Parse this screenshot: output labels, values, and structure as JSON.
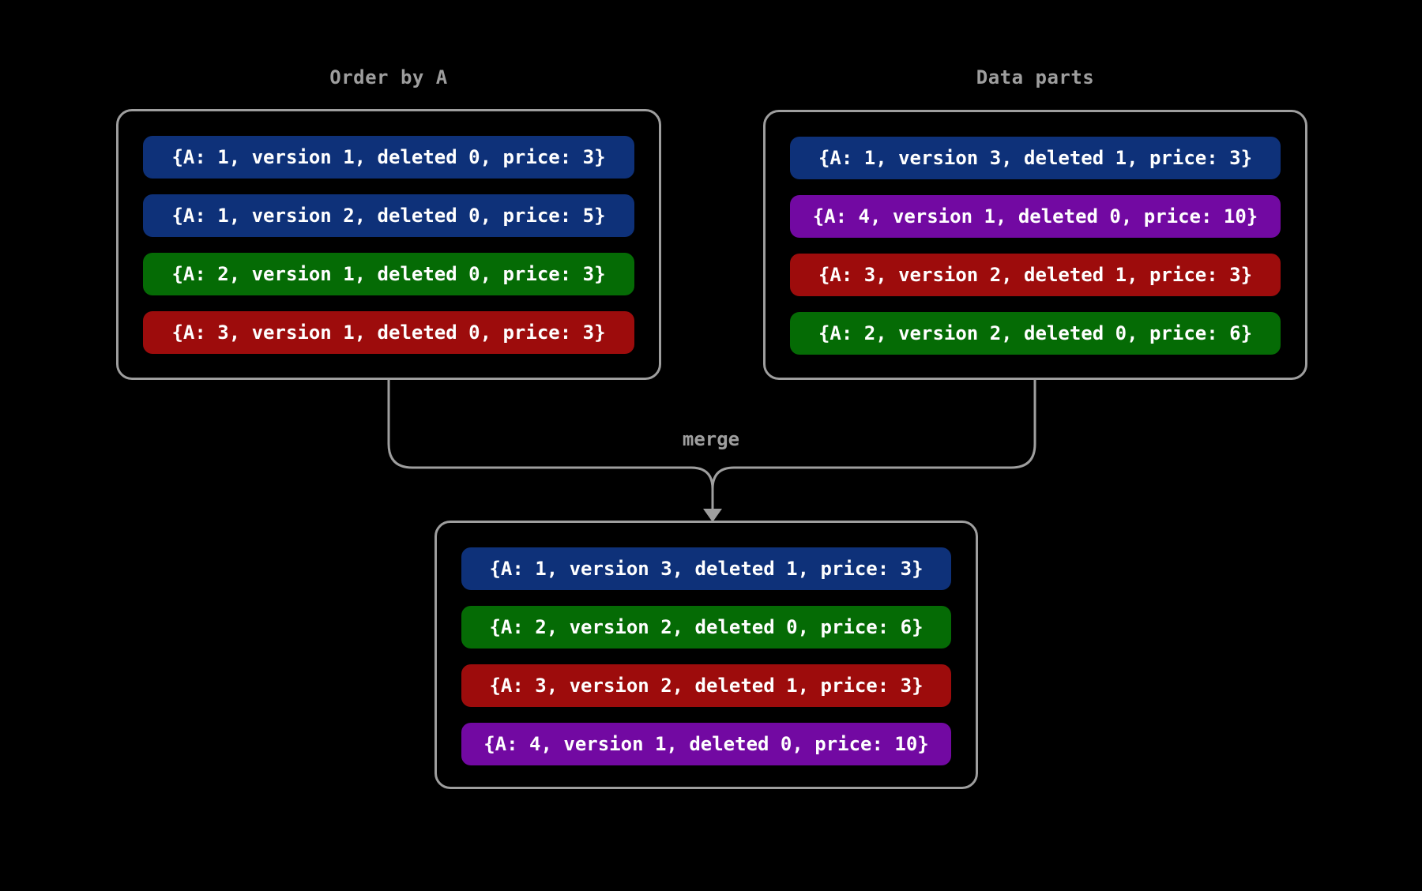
{
  "colors": {
    "background": "#000000",
    "border": "#9E9E9E",
    "title_text": "#9E9E9E",
    "row_text": "#FFFFFF",
    "blue": "#0E3179",
    "green": "#056B05",
    "red": "#9D0C0C",
    "purple": "#7209A2"
  },
  "merge_label": "merge",
  "left_box": {
    "title": "Order by A",
    "rows": [
      {
        "text": "{A: 1, version 1, deleted 0, price: 3}",
        "color": "blue"
      },
      {
        "text": "{A: 1, version 2, deleted 0, price: 5}",
        "color": "blue"
      },
      {
        "text": "{A: 2, version 1, deleted 0, price: 3}",
        "color": "green"
      },
      {
        "text": "{A: 3, version 1, deleted 0, price: 3}",
        "color": "red"
      }
    ]
  },
  "right_box": {
    "title": "Data parts",
    "rows": [
      {
        "text": "{A: 1, version 3, deleted 1, price: 3}",
        "color": "blue"
      },
      {
        "text": "{A: 4, version 1, deleted 0, price: 10}",
        "color": "purple"
      },
      {
        "text": "{A: 3, version 2, deleted 1, price: 3}",
        "color": "red"
      },
      {
        "text": "{A: 2, version 2, deleted 0, price: 6}",
        "color": "green"
      }
    ]
  },
  "merged_box": {
    "rows": [
      {
        "text": "{A: 1, version 3, deleted 1, price: 3}",
        "color": "blue"
      },
      {
        "text": "{A: 2, version 2, deleted 0, price: 6}",
        "color": "green"
      },
      {
        "text": "{A: 3, version 2, deleted 1, price: 3}",
        "color": "red"
      },
      {
        "text": "{A: 4, version 1, deleted 0, price: 10}",
        "color": "purple"
      }
    ]
  }
}
